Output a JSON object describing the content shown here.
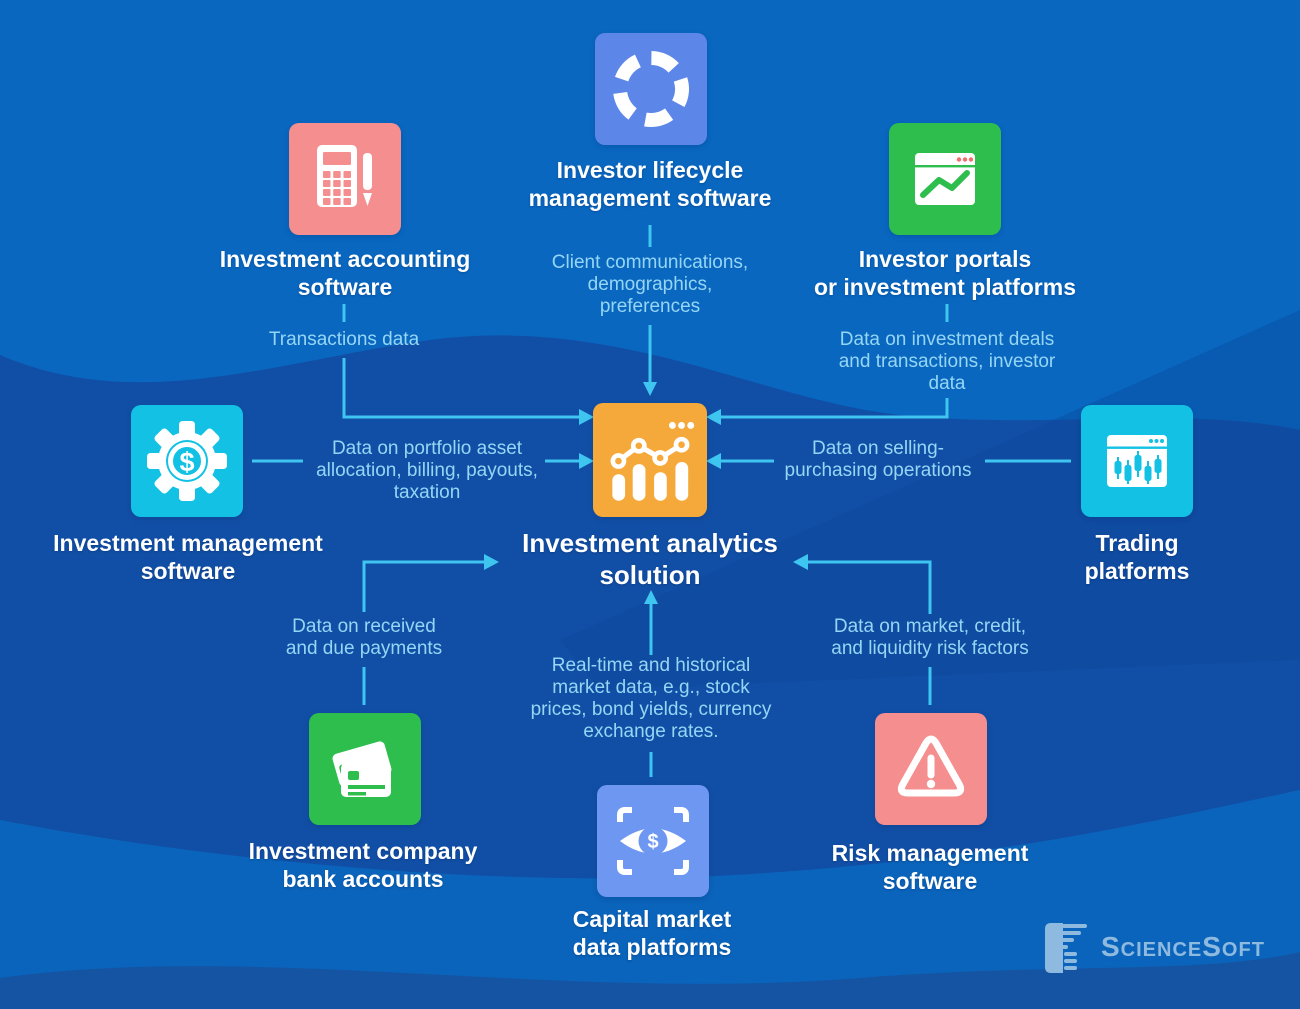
{
  "title": "Investment analytics solution integrations diagram",
  "colors": {
    "background": "#0967C0",
    "background_wave_dark": "#114FA6",
    "background_wave_bottom": "#0A64BB",
    "arrow": "#3EC6F1",
    "flow_text": "#95D6F5",
    "label_text": "#FFFFFF",
    "tile_lifecycle": "#5C87E9",
    "tile_accounting": "#F58E8E",
    "tile_portals": "#2EBE4E",
    "tile_management": "#12C1E4",
    "tile_trading": "#12C1E4",
    "tile_analytics": "#F6A93B",
    "tile_bank": "#2EBE4E",
    "tile_capital": "#6E97F2",
    "tile_risk": "#F58E8E",
    "logo": "#8FBADF"
  },
  "nodes": {
    "lifecycle": {
      "label": "Investor lifecycle\nmanagement software",
      "icon": "lifecycle-arrows-icon"
    },
    "accounting": {
      "label": "Investment accounting\nsoftware",
      "icon": "calculator-pen-icon"
    },
    "portals": {
      "label": "Investor portals\nor investment platforms",
      "icon": "browser-chart-icon"
    },
    "management": {
      "label": "Investment management\nsoftware",
      "icon": "gear-dollar-icon"
    },
    "trading": {
      "label": "Trading platforms",
      "icon": "browser-candlestick-icon"
    },
    "analytics": {
      "label": "Investment analytics\nsolution",
      "icon": "analytics-dashboard-icon"
    },
    "bank": {
      "label": "Investment company\nbank accounts",
      "icon": "credit-cards-icon"
    },
    "capital": {
      "label": "Capital market\ndata platforms",
      "icon": "eye-dollar-scan-icon"
    },
    "risk": {
      "label": "Risk management\nsoftware",
      "icon": "warning-triangle-icon"
    }
  },
  "flows": {
    "lifecycle_to_analytics": "Client communications,\ndemographics,\npreferences",
    "accounting_to_analytics": "Transactions data",
    "portals_to_analytics": "Data on investment deals\nand transactions, investor\ndata",
    "management_to_analytics": "Data on portfolio asset\nallocation, billing, payouts,\ntaxation",
    "trading_to_analytics": "Data on selling-\npurchasing operations",
    "bank_to_analytics": "Data on received\nand due payments",
    "capital_to_analytics": "Real-time and historical\nmarket data, e.g., stock\nprices, bond yields, currency\nexchange rates.",
    "risk_to_analytics": "Data on market, credit,\nand liquidity risk factors"
  },
  "glyphs": {
    "dollar": "$"
  },
  "logo": {
    "text": "ScienceSoft"
  }
}
